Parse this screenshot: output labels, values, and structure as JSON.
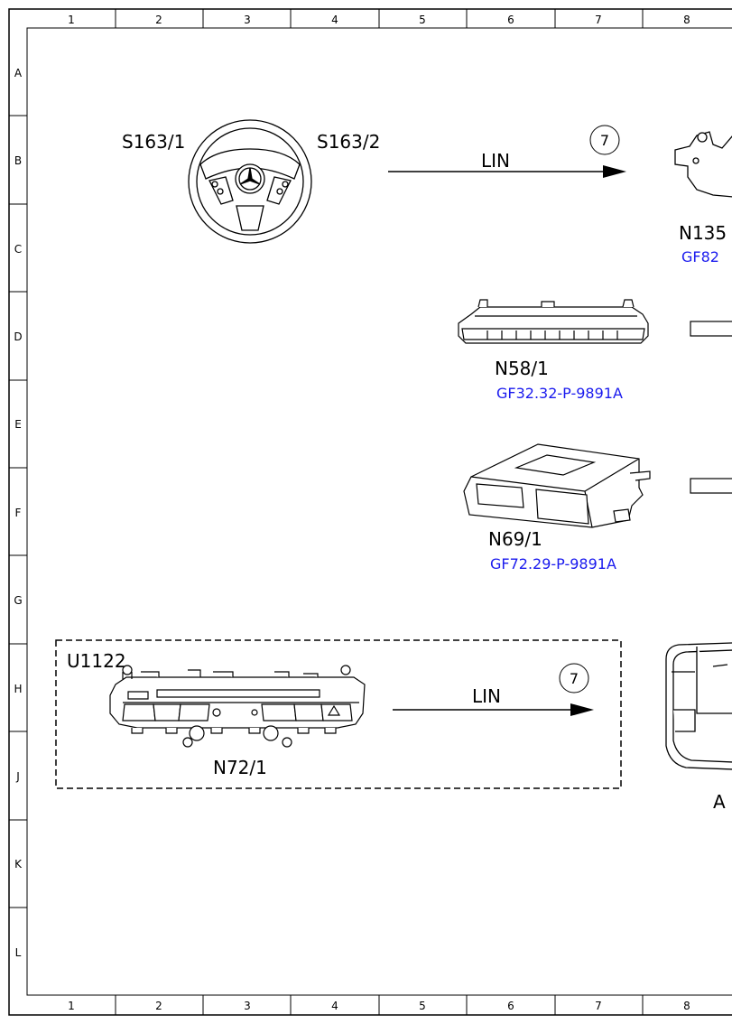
{
  "grid": {
    "columns": [
      "1",
      "2",
      "3",
      "4",
      "5",
      "6",
      "7",
      "8"
    ],
    "rows": [
      "A",
      "B",
      "C",
      "D",
      "E",
      "F",
      "G",
      "H",
      "J",
      "K",
      "L"
    ]
  },
  "components": {
    "steering_left": {
      "label": "S163/1"
    },
    "steering_right": {
      "label": "S163/2"
    },
    "n135": {
      "label": "N135",
      "link": "GF82"
    },
    "n58": {
      "label": "N58/1",
      "link": "GF32.32-P-9891A"
    },
    "n69": {
      "label": "N69/1",
      "link": "GF72.29-P-9891A"
    },
    "u1122": {
      "label": "U1122"
    },
    "n72": {
      "label": "N72/1"
    },
    "a_partial": {
      "label": "A"
    }
  },
  "connections": [
    {
      "bus": "LIN",
      "node": "7"
    },
    {
      "bus": "LIN",
      "node": "7"
    }
  ],
  "colors": {
    "link": "#1a1aee",
    "line": "#000000"
  }
}
